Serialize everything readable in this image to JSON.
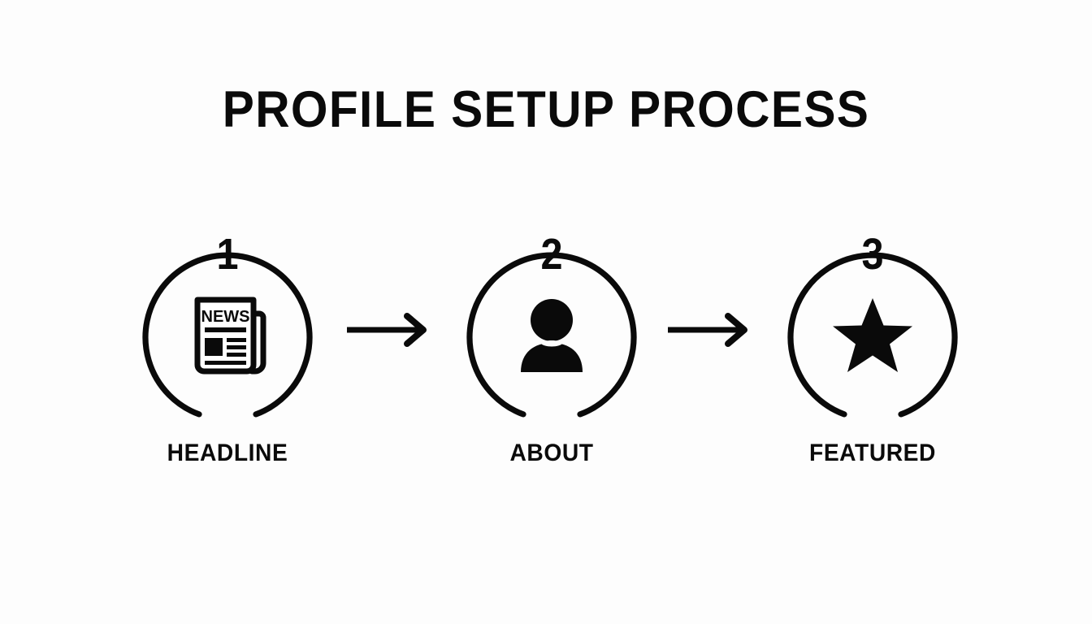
{
  "page": {
    "title": "PROFILE SETUP PROCESS",
    "background_color": "#fdfdfd",
    "ink_color": "#0a0a0a",
    "type": "three-step-process-diagram"
  },
  "steps": [
    {
      "number": "1",
      "label": "HEADLINE",
      "icon": "newspaper-icon",
      "icon_text": "NEWS"
    },
    {
      "number": "2",
      "label": "ABOUT",
      "icon": "person-icon",
      "icon_text": ""
    },
    {
      "number": "3",
      "label": "FEATURED",
      "icon": "star-icon",
      "icon_text": ""
    }
  ],
  "connectors": [
    {
      "name": "arrow-right-icon",
      "from": "HEADLINE",
      "to": "ABOUT"
    },
    {
      "name": "arrow-right-icon",
      "from": "ABOUT",
      "to": "FEATURED"
    }
  ]
}
